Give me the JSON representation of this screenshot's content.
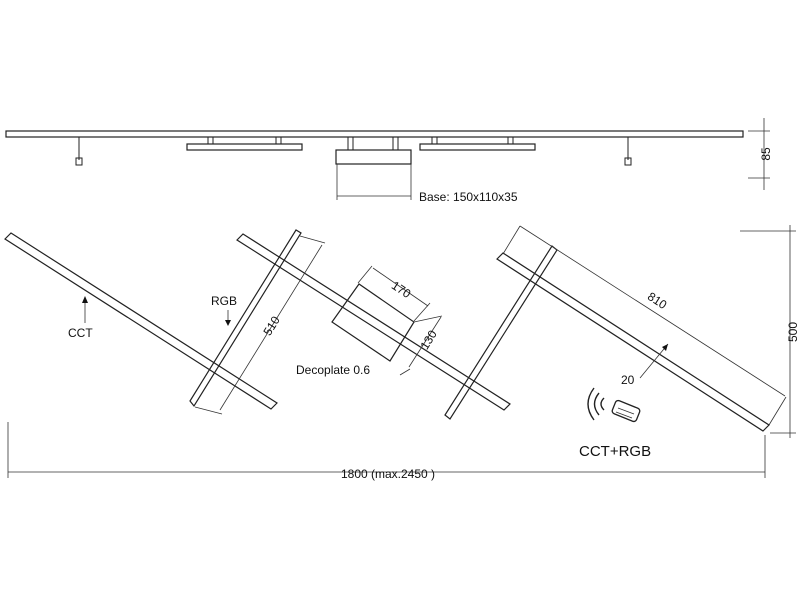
{
  "labels": {
    "base": "Base: 150x110x35",
    "height_side": "85",
    "cct": "CCT",
    "rgb": "RGB",
    "dim_510": "510",
    "dim_170": "170",
    "dim_130": "130",
    "decoplate": "Decoplate 0.6",
    "dim_810": "810",
    "dim_20": "20",
    "dim_500": "500",
    "cct_rgb": "CCT+RGB",
    "width_total": "1800 (max.2450 )"
  },
  "icons": {
    "remote": "remote-control-icon"
  }
}
